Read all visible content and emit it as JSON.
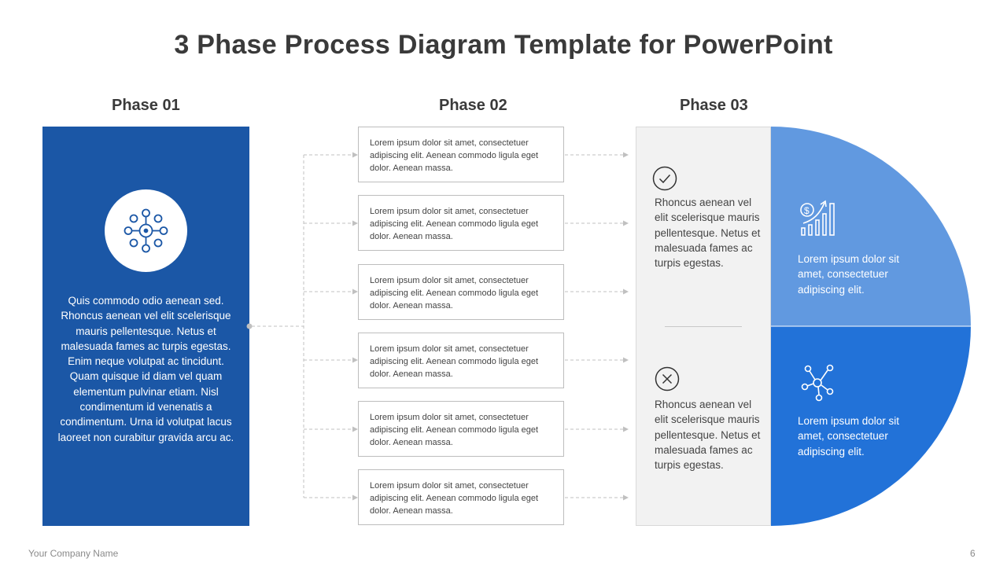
{
  "title": "3 Phase Process Diagram Template for PowerPoint",
  "phases": {
    "phase1": {
      "label": "Phase 01",
      "icon": "network-nodes-icon",
      "text": "Quis commodo  odio aenean sed. Rhoncus aenean vel elit scelerisque mauris pellentesque. Netus et malesuada fames ac turpis egestas. Enim neque volutpat  ac tincidunt.  Quam quisque id diam vel quam elementum  pulvinar etiam. Nisl condimentum  id venenatis a condimentum.  Urna id volutpat lacus laoreet non curabitur gravida arcu ac."
    },
    "phase2": {
      "label": "Phase 02",
      "items": [
        "Lorem  ipsum dolor sit amet, consectetuer adipiscing elit. Aenean commodo ligula eget dolor. Aenean massa.",
        "Lorem  ipsum dolor sit amet, consectetuer adipiscing elit. Aenean commodo ligula eget dolor. Aenean massa.",
        "Lorem  ipsum dolor sit amet, consectetuer adipiscing elit. Aenean commodo ligula eget dolor. Aenean massa.",
        "Lorem  ipsum dolor sit amet, consectetuer adipiscing elit. Aenean commodo ligula eget dolor. Aenean massa.",
        "Lorem  ipsum dolor sit amet, consectetuer adipiscing elit. Aenean commodo ligula eget dolor. Aenean massa.",
        "Lorem  ipsum dolor sit amet, consectetuer adipiscing elit. Aenean commodo ligula eget dolor. Aenean massa."
      ]
    },
    "phase3": {
      "label": "Phase 03",
      "top": {
        "icon": "check-circle-icon",
        "text": "Rhoncus aenean vel elit scelerisque mauris pellentesque. Netus et malesuada fames ac turpis egestas.",
        "segment_icon": "dollar-growth-chart-icon",
        "segment_text": "Lorem ipsum dolor sit amet, consectetuer adipiscing elit.",
        "segment_color": "#6199e0"
      },
      "bottom": {
        "icon": "x-circle-icon",
        "text": "Rhoncus aenean vel elit scelerisque mauris pellentesque. Netus et malesuada fames ac turpis egestas.",
        "segment_icon": "molecule-network-icon",
        "segment_text": "Lorem ipsum dolor sit amet, consectetuer adipiscing elit.",
        "segment_color": "#2272d8"
      }
    }
  },
  "colors": {
    "phase1_bg": "#1b57a6",
    "connector": "#c0c0c0"
  },
  "footer": {
    "company": "Your Company  Name",
    "page_number": "6"
  }
}
